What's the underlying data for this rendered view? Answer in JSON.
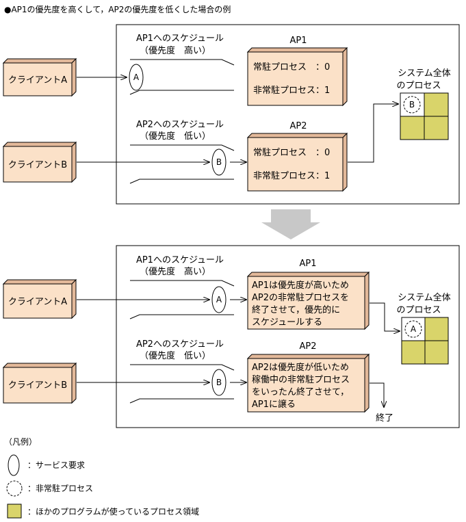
{
  "title": "●AP1の優先度を高くして，AP2の優先度を低くした場合の例",
  "colors": {
    "box_face": "#fbe1c8",
    "box_side": "#e3b99a",
    "client_face": "#fbe1c8",
    "process_cell": "#d9d46a",
    "arrow_gray": "#c8c8c8"
  },
  "top": {
    "clientA": "クライアントA",
    "clientB": "クライアントB",
    "sched1_title": "AP1へのスケジュール",
    "sched1_sub": "（優先度　高い）",
    "sched2_title": "AP2へのスケジュール",
    "sched2_sub": "（優先度　低い）",
    "ap1_label": "AP1",
    "ap2_label": "AP2",
    "ap1_line1": "常駐プロセス　：0",
    "ap1_line2": "非常駐プロセス：1",
    "ap2_line1": "常駐プロセス　：0",
    "ap2_line2": "非常駐プロセス：1",
    "token_a": "A",
    "token_b": "B",
    "system_line1": "システム全体",
    "system_line2": "のプロセス",
    "system_token": "B"
  },
  "bottom": {
    "clientA": "クライアントA",
    "clientB": "クライアントB",
    "sched1_title": "AP1へのスケジュール",
    "sched1_sub": "（優先度　高い）",
    "sched2_title": "AP2へのスケジュール",
    "sched2_sub": "（優先度　低い）",
    "ap1_label": "AP1",
    "ap2_label": "AP2",
    "ap1_lines": [
      "AP1は優先度が高いため",
      "AP2の非常駐プロセスを",
      "終了させて，優先的に",
      "スケジュールする"
    ],
    "ap2_lines": [
      "AP2は優先度が低いため",
      "稼働中の非常駐プロセス",
      "をいったん終了させて，",
      "AP1に譲る"
    ],
    "token_a": "A",
    "token_b": "B",
    "system_line1": "システム全体",
    "system_line2": "のプロセス",
    "system_token": "A",
    "end_label": "終了"
  },
  "legend": {
    "title": "（凡例）",
    "service_request": "：サービス要求",
    "non_resident": "：非常駐プロセス",
    "other_program": "：ほかのプログラムが使っているプロセス領域"
  }
}
